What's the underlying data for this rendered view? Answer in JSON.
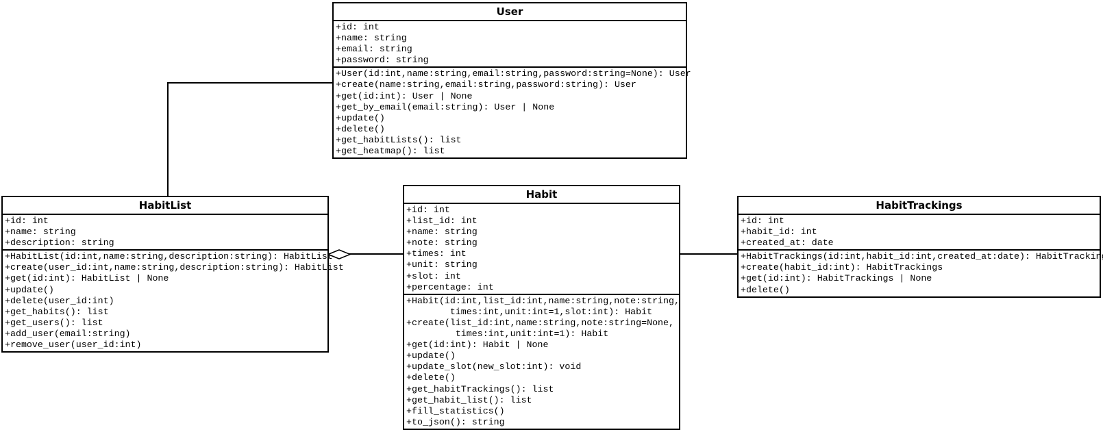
{
  "diagram": {
    "type": "uml-class-diagram",
    "background_color": "#ffffff",
    "line_color": "#000000",
    "classes": [
      {
        "name": "User",
        "attributes": [
          "+id: int",
          "+name: string",
          "+email: string",
          "+password: string"
        ],
        "methods": [
          "+User(id:int,name:string,email:string,password:string=None): User",
          "+create(name:string,email:string,password:string): User",
          "+get(id:int): User | None",
          "+get_by_email(email:string): User | None",
          "+update()",
          "+delete()",
          "+get_habitLists(): list",
          "+get_heatmap(): list"
        ]
      },
      {
        "name": "HabitList",
        "attributes": [
          "+id: int",
          "+name: string",
          "+description: string"
        ],
        "methods": [
          "+HabitList(id:int,name:string,description:string): HabitList",
          "+create(user_id:int,name:string,description:string): HabitList",
          "+get(id:int): HabitList | None",
          "+update()",
          "+delete(user_id:int)",
          "+get_habits(): list",
          "+get_users(): list",
          "+add_user(email:string)",
          "+remove_user(user_id:int)"
        ]
      },
      {
        "name": "Habit",
        "attributes": [
          "+id: int",
          "+list_id: int",
          "+name: string",
          "+note: string",
          "+times: int",
          "+unit: string",
          "+slot: int",
          "+percentage: int"
        ],
        "methods": [
          "+Habit(id:int,list_id:int,name:string,note:string,",
          "        times:int,unit:int=1,slot:int): Habit",
          "+create(list_id:int,name:string,note:string=None,",
          "         times:int,unit:int=1): Habit",
          "+get(id:int): Habit | None",
          "+update()",
          "+update_slot(new_slot:int): void",
          "+delete()",
          "+get_habitTrackings(): list",
          "+get_habit_list(): list",
          "+fill_statistics()",
          "+to_json(): string"
        ]
      },
      {
        "name": "HabitTrackings",
        "attributes": [
          "+id: int",
          "+habit_id: int",
          "+created_at: date"
        ],
        "methods": [
          "+HabitTrackings(id:int,habit_id:int,created_at:date): HabitTrackings",
          "+create(habit_id:int): HabitTrackings",
          "+get(id:int): HabitTrackings | None",
          "+delete()"
        ]
      }
    ],
    "relationships": [
      {
        "from": "User",
        "to": "HabitList",
        "type": "association"
      },
      {
        "from": "HabitList",
        "to": "Habit",
        "type": "aggregation",
        "diamond_end": "HabitList"
      },
      {
        "from": "Habit",
        "to": "HabitTrackings",
        "type": "association"
      }
    ]
  }
}
